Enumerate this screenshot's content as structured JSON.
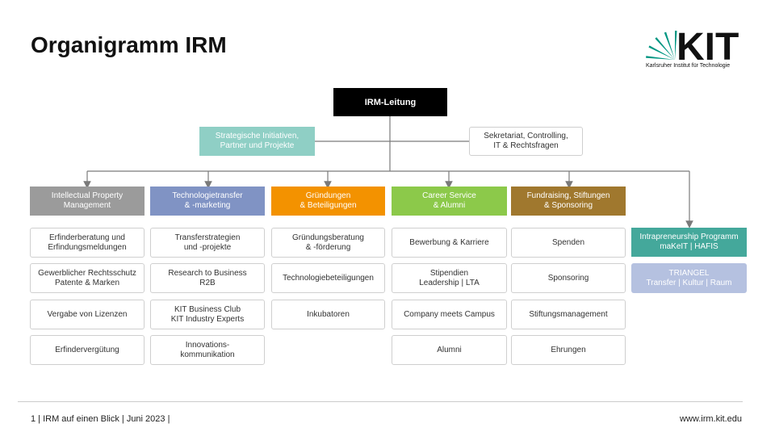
{
  "title": "Organigramm IRM",
  "logo": {
    "wordmark": "KIT",
    "subtitle": "Karlsruher Institut für Technologie",
    "color": "#009682"
  },
  "top": {
    "label": "IRM-Leitung"
  },
  "staff_left": {
    "label": "Strategische Initiativen,\nPartner und Projekte"
  },
  "staff_right": {
    "label": "Sekretariat, Controlling,\nIT & Rechtsfragen"
  },
  "columns": [
    {
      "header": "Intellectual Property\nManagement",
      "color": "#9b9b9b",
      "items": [
        "Erfinderberatung und\nErfindungsmeldungen",
        "Gewerblicher Rechtsschutz\nPatente & Marken",
        "Vergabe von Lizenzen",
        "Erfindervergütung"
      ]
    },
    {
      "header": "Technologietransfer\n& -marketing",
      "color": "#8093c4",
      "items": [
        "Transferstrategien\nund -projekte",
        "Research to Business\nR2B",
        "KIT Business Club\nKIT Industry Experts",
        "Innovations-\nkommunikation"
      ]
    },
    {
      "header": "Gründungen\n& Beteiligungen",
      "color": "#f39200",
      "items": [
        "Gründungsberatung\n& -förderung",
        "Technologiebeteiligungen",
        "Inkubatoren"
      ]
    },
    {
      "header": "Career Service\n& Alumni",
      "color": "#8cc94a",
      "items": [
        "Bewerbung & Karriere",
        "Stipendien\nLeadership | LTA",
        "Company meets Campus",
        "Alumni"
      ]
    },
    {
      "header": "Fundraising, Stiftungen\n& Sponsoring",
      "color": "#a0782e",
      "items": [
        "Spenden",
        "Sponsoring",
        "Stiftungsmanagement",
        "Ehrungen"
      ]
    },
    {
      "header": "Intrapreneurship Programm\nmaKeIT  | HAFIS",
      "color": "#44a89b",
      "items": [
        "TRIANGEL\nTransfer | Kultur | Raum"
      ]
    }
  ],
  "footer": {
    "left": "1 | IRM  auf einen Blick | Juni 2023 |",
    "right": "www.irm.kit.edu"
  }
}
